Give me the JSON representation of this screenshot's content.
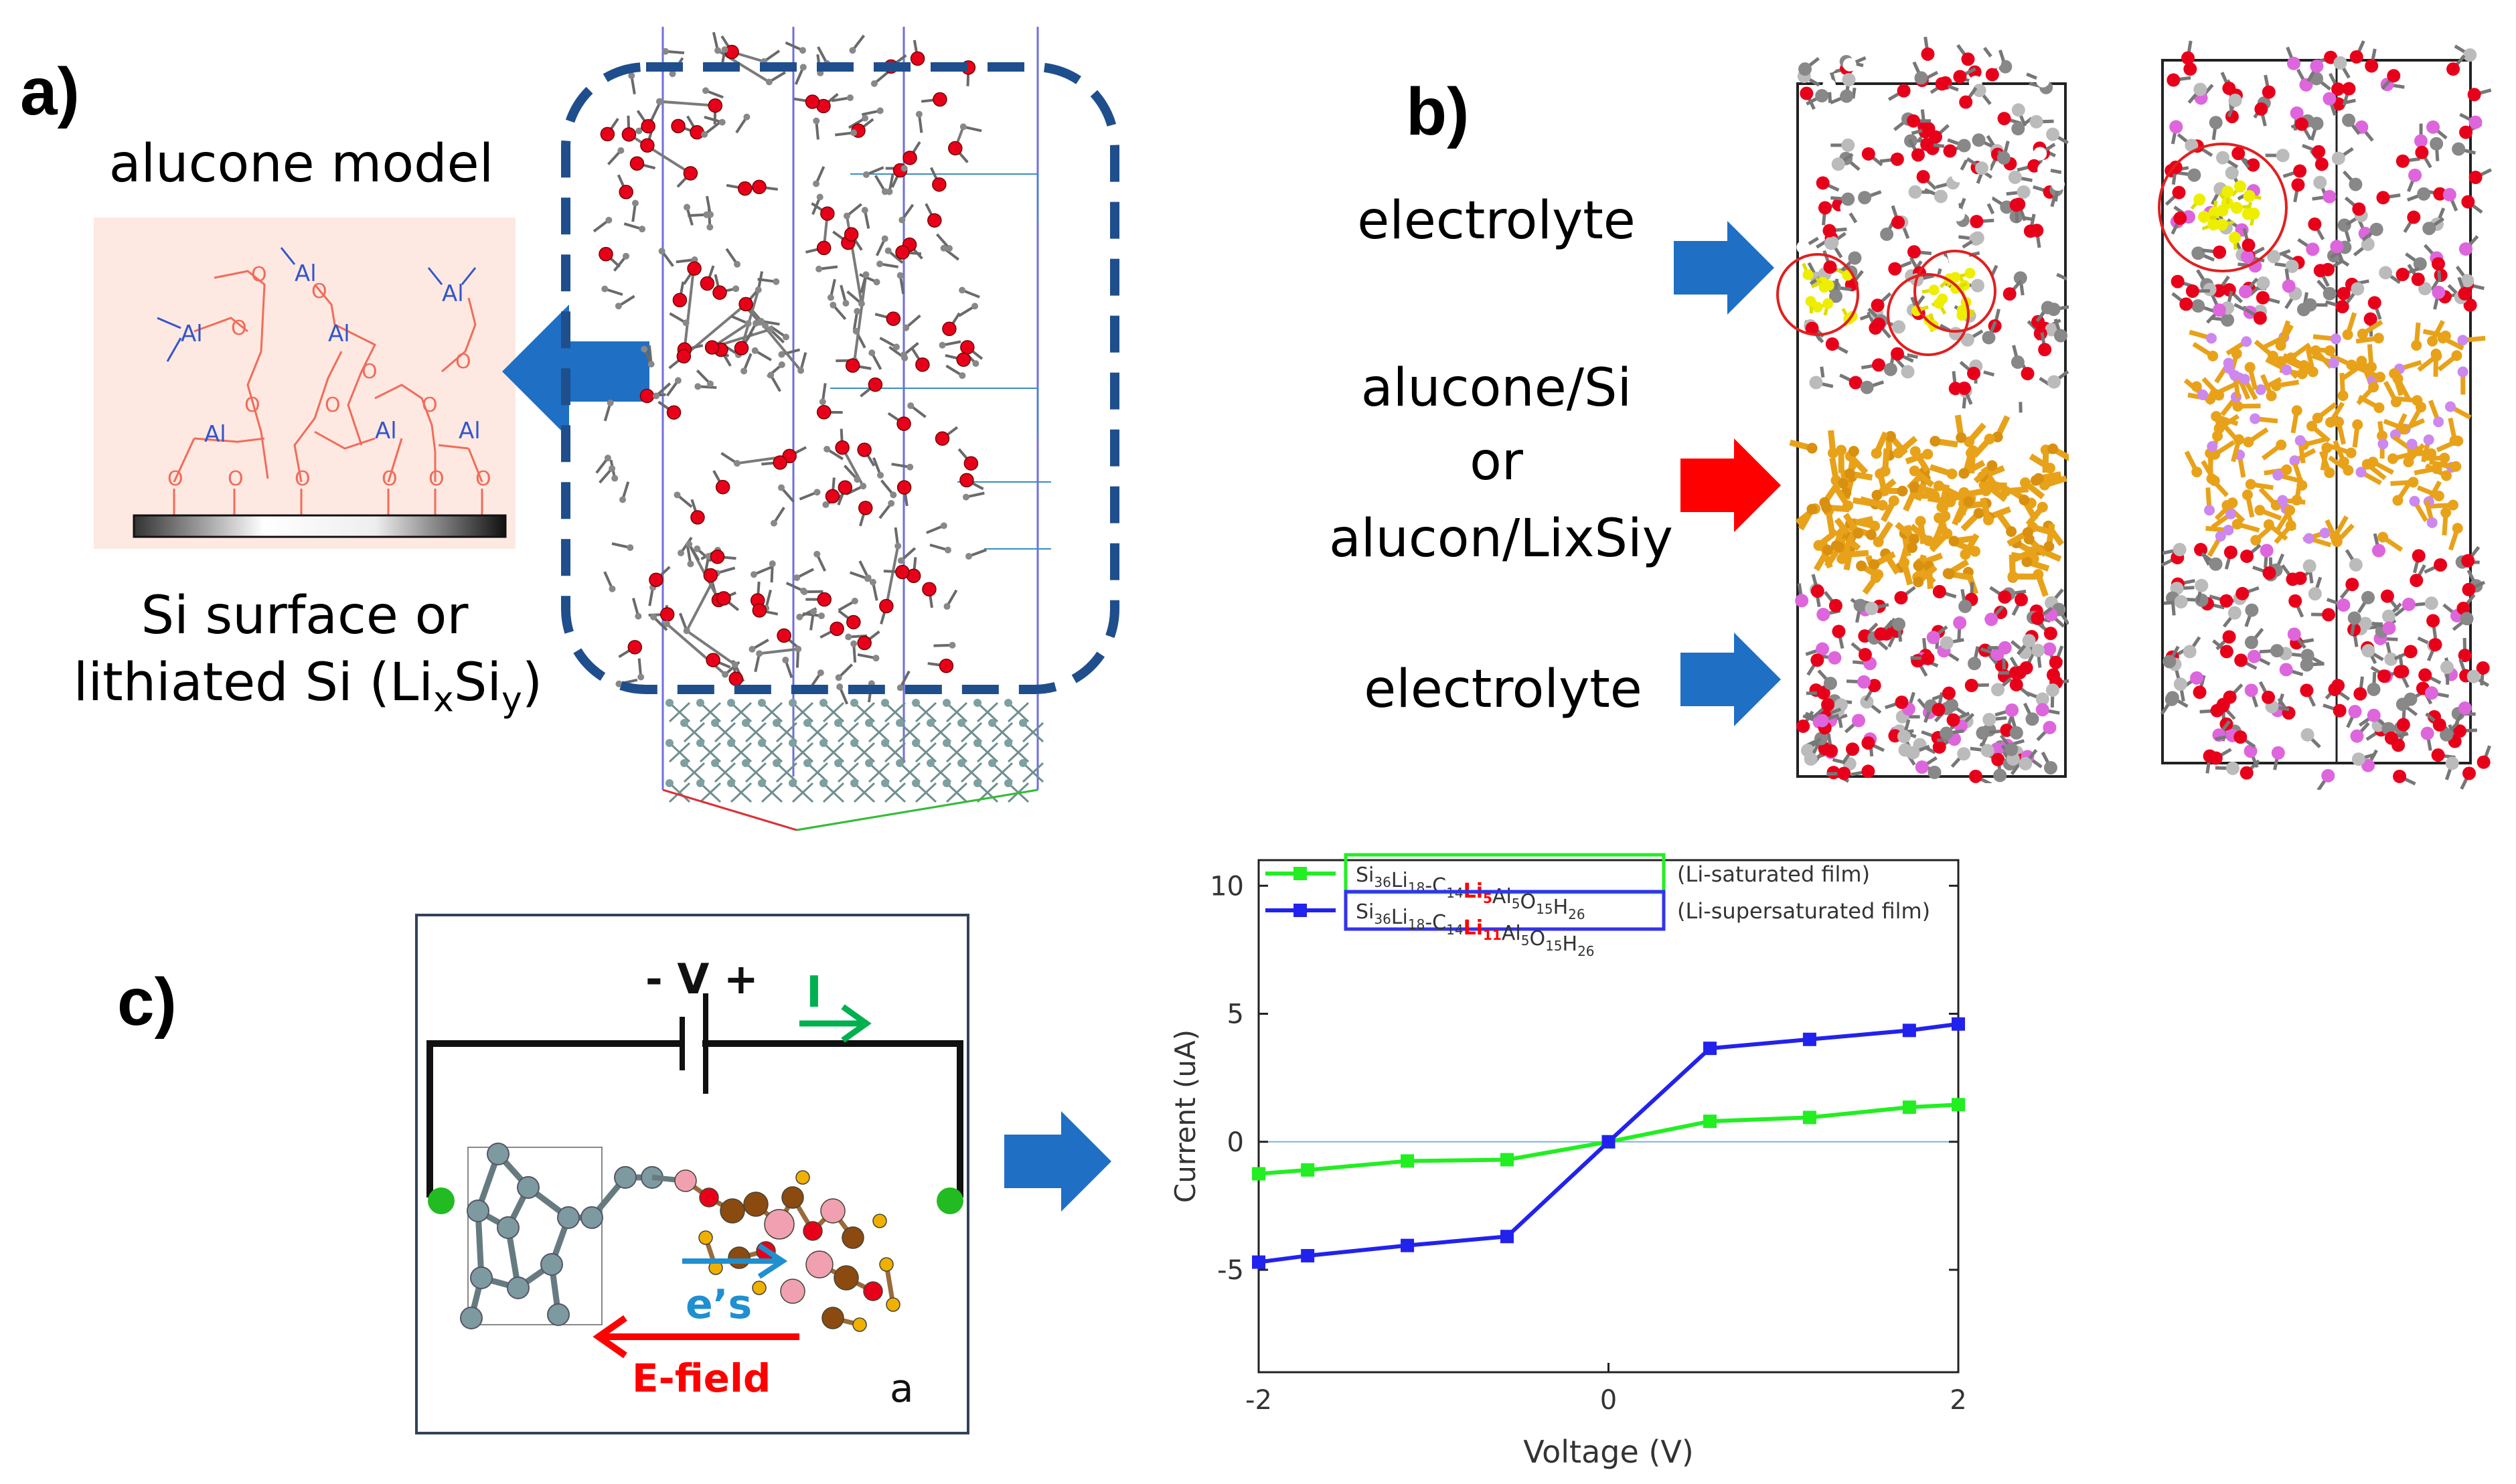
{
  "panels": {
    "a": {
      "label": "a)",
      "model_title": "alucone model",
      "atom_al": "Al",
      "atom_o": "O",
      "surface_line1": "Si surface or",
      "surface_line2_prefix": "lithiated Si (Li",
      "surface_sub_x": "x",
      "surface_mid": "Si",
      "surface_sub_y": "y",
      "surface_suffix": ")"
    },
    "b": {
      "label": "b)",
      "electrolyte_top": "electrolyte",
      "mid_line1": "alucone/Si",
      "mid_line2": "or",
      "mid_line3": "alucon/LixSiy",
      "electrolyte_bottom": "electrolyte"
    },
    "c": {
      "label": "c)",
      "voltage_label": "- V +",
      "current_label": "I",
      "electrons_label": "e’s",
      "field_label": "E-field",
      "corner_label": "a"
    }
  },
  "colors": {
    "arrow_blue": "#1f6fc4",
    "arrow_red": "#ff0000",
    "dashed_box": "#1f4e8c",
    "green": "#00b050",
    "series_green": "#22ee22",
    "series_blue": "#2222ee",
    "oxygen_red": "#e8001a",
    "si_yellow": "#e8a21a"
  },
  "chart_data": {
    "type": "line",
    "xlabel": "Voltage (V)",
    "ylabel": "Current (uA)",
    "xlim": [
      -2,
      2
    ],
    "ylim": [
      -9,
      11
    ],
    "x_ticks": [
      "-2",
      "0",
      "2"
    ],
    "y_ticks": [
      "10",
      "5",
      "0",
      "-5"
    ],
    "series": [
      {
        "name": "Si36Li18-C14Li5Al5O15H26",
        "parts": [
          {
            "t": "Si",
            "s": ""
          },
          {
            "t": "36",
            "s": "sub"
          },
          {
            "t": "Li",
            "s": ""
          },
          {
            "t": "18",
            "s": "sub"
          },
          {
            "t": "-C",
            "s": ""
          },
          {
            "t": "14",
            "s": "sub"
          },
          {
            "t": "Li",
            "s": "red"
          },
          {
            "t": "5",
            "s": "subred"
          },
          {
            "t": "Al",
            "s": ""
          },
          {
            "t": "5",
            "s": "sub"
          },
          {
            "t": "O",
            "s": ""
          },
          {
            "t": "15",
            "s": "sub"
          },
          {
            "t": "H",
            "s": ""
          },
          {
            "t": "26",
            "s": "sub"
          }
        ],
        "note": "(Li-saturated film)",
        "color": "#22ee22",
        "x": [
          -2.0,
          -1.72,
          -1.15,
          -0.58,
          0.0,
          0.58,
          1.15,
          1.72,
          2.0
        ],
        "y": [
          -1.25,
          -1.1,
          -0.75,
          -0.7,
          0.0,
          0.8,
          0.95,
          1.35,
          1.45
        ]
      },
      {
        "name": "Si36Li18-C14Li11Al5O15H26",
        "parts": [
          {
            "t": "Si",
            "s": ""
          },
          {
            "t": "36",
            "s": "sub"
          },
          {
            "t": "Li",
            "s": ""
          },
          {
            "t": "18",
            "s": "sub"
          },
          {
            "t": "-C",
            "s": ""
          },
          {
            "t": "14",
            "s": "sub"
          },
          {
            "t": "Li",
            "s": "red"
          },
          {
            "t": "11",
            "s": "subred"
          },
          {
            "t": "Al",
            "s": ""
          },
          {
            "t": "5",
            "s": "sub"
          },
          {
            "t": "O",
            "s": ""
          },
          {
            "t": "15",
            "s": "sub"
          },
          {
            "t": "H",
            "s": ""
          },
          {
            "t": "26",
            "s": "sub"
          }
        ],
        "note": "(Li-supersaturated film)",
        "color": "#2222ee",
        "x": [
          -2.0,
          -1.72,
          -1.15,
          -0.58,
          0.0,
          0.58,
          1.15,
          1.72,
          2.0
        ],
        "y": [
          -4.7,
          -4.45,
          -4.05,
          -3.7,
          0.0,
          3.65,
          4.0,
          4.35,
          4.6
        ]
      }
    ],
    "grid": false,
    "zero_line": true,
    "legend_position": "top-left"
  }
}
